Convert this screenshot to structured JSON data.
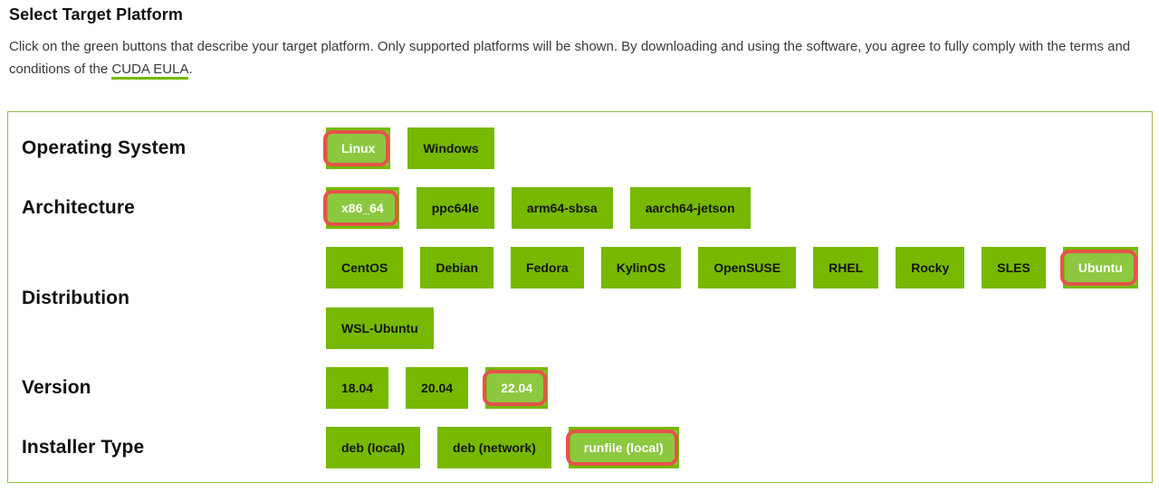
{
  "header": {
    "title": "Select Target Platform"
  },
  "description": {
    "intro": "Click on the green buttons that describe your target platform. Only supported platforms will be shown. By downloading and using the software, you agree to fully comply with the terms and conditions of the ",
    "link": "CUDA EULA",
    "suffix": "."
  },
  "colors": {
    "nvidia_green": "#76b900",
    "selected_green": "#8cc840",
    "highlight_red": "#e4544a",
    "panel_border_green": "#8cbf43",
    "link_underline_green": "#76b900"
  },
  "platform_selector": {
    "rows": [
      {
        "id": "operating-system",
        "label": "Operating System",
        "lines": [
          [
            {
              "label": "Linux",
              "selected": true
            },
            {
              "label": "Windows",
              "selected": false
            }
          ]
        ]
      },
      {
        "id": "architecture",
        "label": "Architecture",
        "lines": [
          [
            {
              "label": "x86_64",
              "selected": true
            },
            {
              "label": "ppc64le",
              "selected": false
            },
            {
              "label": "arm64-sbsa",
              "selected": false
            },
            {
              "label": "aarch64-jetson",
              "selected": false
            }
          ]
        ]
      },
      {
        "id": "distribution",
        "label": "Distribution",
        "lines": [
          [
            {
              "label": "CentOS",
              "selected": false
            },
            {
              "label": "Debian",
              "selected": false
            },
            {
              "label": "Fedora",
              "selected": false
            },
            {
              "label": "KylinOS",
              "selected": false
            },
            {
              "label": "OpenSUSE",
              "selected": false
            },
            {
              "label": "RHEL",
              "selected": false
            },
            {
              "label": "Rocky",
              "selected": false
            },
            {
              "label": "SLES",
              "selected": false
            },
            {
              "label": "Ubuntu",
              "selected": true
            }
          ],
          [
            {
              "label": "WSL-Ubuntu",
              "selected": false
            }
          ]
        ]
      },
      {
        "id": "version",
        "label": "Version",
        "lines": [
          [
            {
              "label": "18.04",
              "selected": false
            },
            {
              "label": "20.04",
              "selected": false
            },
            {
              "label": "22.04",
              "selected": true
            }
          ]
        ]
      },
      {
        "id": "installer-type",
        "label": "Installer Type",
        "lines": [
          [
            {
              "label": "deb (local)",
              "selected": false
            },
            {
              "label": "deb (network)",
              "selected": false
            },
            {
              "label": "runfile (local)",
              "selected": true
            }
          ]
        ]
      }
    ]
  }
}
